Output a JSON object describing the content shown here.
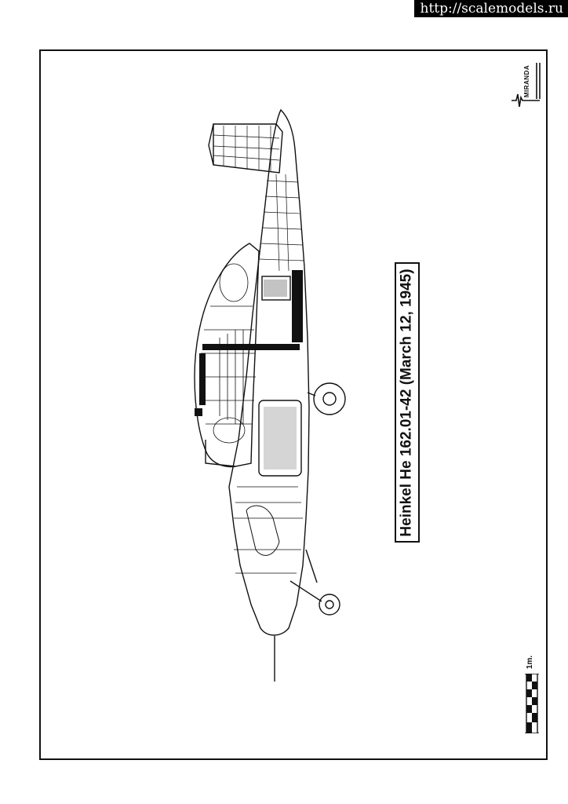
{
  "watermark": {
    "text": "http://scalemodels.ru"
  },
  "drawing": {
    "title": "Heinkel He 162.01-42 (March 12, 1945)",
    "scale_label": "1m."
  },
  "logo": {
    "text": "MIRANDA"
  }
}
